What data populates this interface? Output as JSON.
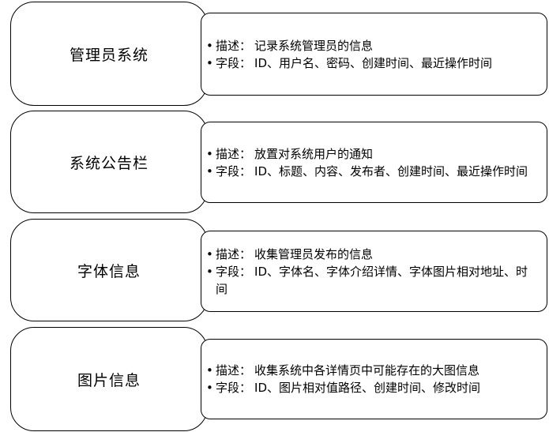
{
  "entities": [
    {
      "title": "管理员系统",
      "description_label": "描述：",
      "description": "记录系统管理员的信息",
      "fields_label": "字段：",
      "fields": "ID、用户名、密码、创建时间、最近操作时间"
    },
    {
      "title": "系统公告栏",
      "description_label": "描述：",
      "description": "放置对系统用户的通知",
      "fields_label": "字段：",
      "fields": "ID、标题、内容、发布者、创建时间、最近操作时间"
    },
    {
      "title": "字体信息",
      "description_label": "描述：",
      "description": "收集管理员发布的信息",
      "fields_label": "字段：",
      "fields": "ID、字体名、字体介绍详情、字体图片相对地址、时间"
    },
    {
      "title": "图片信息",
      "description_label": "描述：",
      "description": "收集系统中各详情页中可能存在的大图信息",
      "fields_label": "字段：",
      "fields": "ID、图片相对值路径、创建时间、修改时间"
    }
  ],
  "bullet_symbol": "•"
}
